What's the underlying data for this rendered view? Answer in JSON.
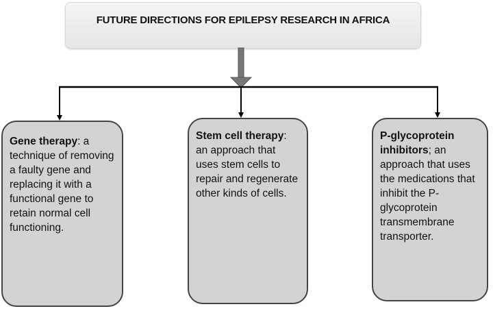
{
  "title": "FUTURE DIRECTIONS FOR EPILEPSY RESEARCH IN AFRICA",
  "boxes": [
    {
      "heading": "Gene therapy",
      "text": ": a technique of removing a faulty gene and replacing it with a functional gene to retain normal cell functioning."
    },
    {
      "heading": "Stem cell therapy",
      "text": ": an approach that uses stem cells to repair and regenerate other kinds of cells."
    },
    {
      "heading": "P-glycoprotein inhibitors",
      "text": "; an approach that uses the medications that inhibit the P-glycoprotein transmembrane transporter."
    }
  ]
}
